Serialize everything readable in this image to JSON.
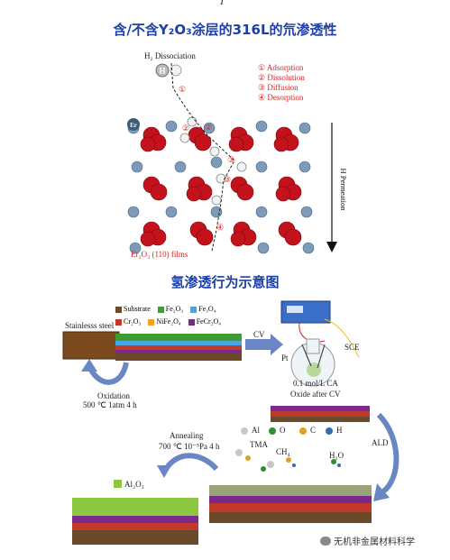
{
  "top_fragment": "T",
  "title1": "含/不含Y₂O₃涂层的316L的氘渗透性",
  "title2": "氢渗透行为示意图",
  "mech": {
    "h2_label": "H₂ Dissociation",
    "h_symbol": "H",
    "er_symbol": "Er",
    "steps": [
      "① Adsorption",
      "② Dissolution",
      "③ Diffusion",
      "④ Desorption"
    ],
    "step_markers": [
      "①",
      "②",
      "②",
      "③",
      "③",
      "④"
    ],
    "permeation_label": "H Permeation",
    "film_label": "Er₂O₃ (110) films"
  },
  "process": {
    "legend": [
      {
        "label": "Substrate",
        "color": "#6b4a2a"
      },
      {
        "label": "Fe₂O₃",
        "color": "#3e9c35"
      },
      {
        "label": "Fe₃O₄",
        "color": "#4aa6e0"
      },
      {
        "label": "Cr₂O₃",
        "color": "#c0392b"
      },
      {
        "label": "NiFe₂O₄",
        "color": "#f0a030"
      },
      {
        "label": "FeCr₂O₄",
        "color": "#7b2a8c"
      }
    ],
    "stainless": "Stainlesss steel",
    "oxidation_l1": "Oxidation",
    "oxidation_l2": "500 ℃ 1atm 4 h",
    "cv": "CV",
    "pt": "Pt",
    "sce": "SCE",
    "ca_l1": "0.1 mol/L CA",
    "ca_l2": "Oxide after CV",
    "ald": "ALD",
    "atoms": [
      {
        "label": "Al",
        "color": "#c8c8c8"
      },
      {
        "label": "O",
        "color": "#2f8f2f"
      },
      {
        "label": "C",
        "color": "#e0a020"
      },
      {
        "label": "H",
        "color": "#2f6fb0"
      }
    ],
    "tma": "TMA",
    "ch4": "CH₄",
    "h2o": "H₂O",
    "annealing_l1": "Annealing",
    "annealing_l2": "700 ℃ 10⁻⁵Pa 4 h",
    "al2o3": "Al₂O₃"
  },
  "watermark": "无机非金属材料科学"
}
